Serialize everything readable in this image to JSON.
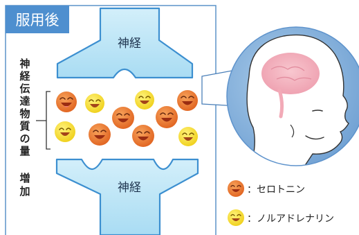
{
  "header": {
    "title": "服用後"
  },
  "neuron_top": {
    "label": "神経"
  },
  "neuron_bottom": {
    "label": "神経"
  },
  "side_label": {
    "column1": [
      "神",
      "経",
      "伝",
      "達",
      "物",
      "質",
      "の",
      "量"
    ],
    "column2": [
      "増",
      "加"
    ]
  },
  "legend": {
    "items": [
      {
        "label": "：セロトニン",
        "color": "#e8712a"
      },
      {
        "label": "：ノルアドレナリン",
        "color": "#f3d92c"
      }
    ]
  },
  "colors": {
    "frame": "#5b93c9",
    "header_bg": "#4e8fcf",
    "neuron_fill": "#bfe6f6",
    "neuron_stroke": "#3c8fd0",
    "head_circle": "#6d9fd4"
  }
}
